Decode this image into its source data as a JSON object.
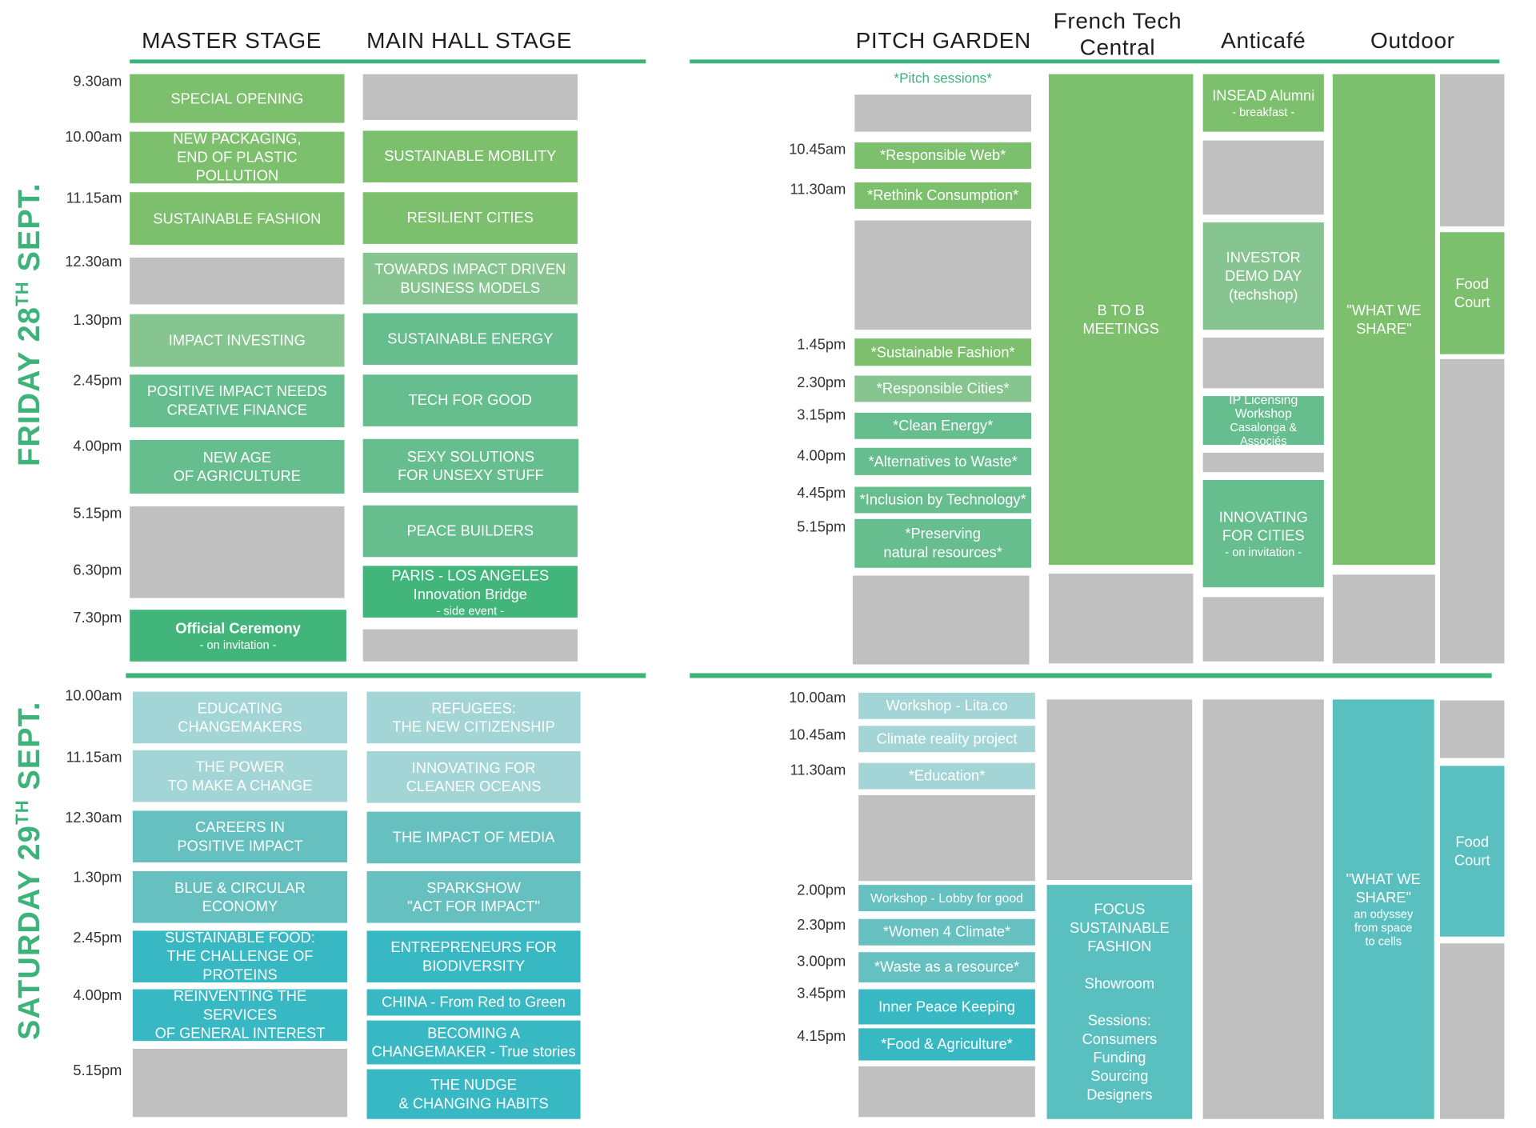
{
  "headers": {
    "master": "MASTER STAGE",
    "mainhall": "MAIN HALL STAGE",
    "pitch": "PITCH GARDEN",
    "frenchtech_1": "French Tech",
    "frenchtech_2": "Central",
    "anticafe": "Anticafé",
    "outdoor": "Outdoor"
  },
  "days": {
    "friday": {
      "a": "FRIDAY 28",
      "sup": "TH",
      "b": " SEPT."
    },
    "saturday": {
      "a": "SATURDAY 29",
      "sup": "TH",
      "b": " SEPT."
    }
  },
  "friday_times_left": [
    "9.30am",
    "10.00am",
    "11.15am",
    "12.30am",
    "1.30pm",
    "2.45pm",
    "4.00pm",
    "5.15pm",
    "6.30pm",
    "7.30pm"
  ],
  "friday_times_right": [
    "10.45am",
    "11.30am",
    "1.45pm",
    "2.30pm",
    "3.15pm",
    "4.00pm",
    "4.45pm",
    "5.15pm"
  ],
  "saturday_times_left": [
    "10.00am",
    "11.15am",
    "12.30am",
    "1.30pm",
    "2.45pm",
    "4.00pm",
    "5.15pm"
  ],
  "saturday_times_right": [
    "10.00am",
    "10.45am",
    "11.30am",
    "2.00pm",
    "2.30pm",
    "3.00pm",
    "3.45pm",
    "4.15pm"
  ],
  "friday_master": [
    {
      "l1": "SPECIAL OPENING"
    },
    {
      "l1": "NEW PACKAGING,",
      "l2": "END OF PLASTIC POLLUTION"
    },
    {
      "l1": "SUSTAINABLE FASHION"
    },
    {
      "l1": "IMPACT INVESTING"
    },
    {
      "l1": "POSITIVE IMPACT NEEDS",
      "l2": "CREATIVE FINANCE"
    },
    {
      "l1": "NEW AGE",
      "l2": "OF AGRICULTURE"
    },
    {
      "l1": "Official Ceremony",
      "sub": "- on invitation -"
    }
  ],
  "friday_mainhall": [
    {
      "l1": "SUSTAINABLE MOBILITY"
    },
    {
      "l1": "RESILIENT CITIES"
    },
    {
      "l1": "TOWARDS IMPACT DRIVEN",
      "l2": "BUSINESS MODELS"
    },
    {
      "l1": "SUSTAINABLE ENERGY"
    },
    {
      "l1": "TECH FOR GOOD"
    },
    {
      "l1": "SEXY SOLUTIONS",
      "l2": "FOR UNSEXY STUFF"
    },
    {
      "l1": "PEACE BUILDERS"
    },
    {
      "l1": "PARIS - LOS ANGELES",
      "l2": "Innovation Bridge",
      "sub": "- side event -"
    }
  ],
  "friday_pitch_note": "*Pitch sessions*",
  "friday_pitch": [
    {
      "l1": "*Responsible Web*"
    },
    {
      "l1": "*Rethink Consumption*"
    },
    {
      "l1": "*Sustainable Fashion*"
    },
    {
      "l1": "*Responsible Cities*"
    },
    {
      "l1": "*Clean Energy*"
    },
    {
      "l1": "*Alternatives to Waste*"
    },
    {
      "l1": "*Inclusion by Technology*"
    },
    {
      "l1": "*Preserving",
      "l2": "natural resources*"
    }
  ],
  "friday_frenchtech": {
    "l1": "B TO B",
    "l2": "MEETINGS"
  },
  "friday_anticafe": [
    {
      "l1": "INSEAD Alumni",
      "sub": "- breakfast -"
    },
    {
      "l1": "INVESTOR",
      "l2": "DEMO DAY",
      "l3": "(techshop)"
    },
    {
      "l1": "IP Licensing",
      "l2": "Workshop",
      "l3": "Casalonga & Associés"
    },
    {
      "l1": "INNOVATING",
      "l2": "FOR CITIES",
      "sub": "- on invitation -"
    }
  ],
  "friday_outdoor": {
    "l1": "\"WHAT WE",
    "l2": "SHARE\""
  },
  "friday_food": {
    "l1": "Food",
    "l2": "Court"
  },
  "saturday_master": [
    {
      "l1": "EDUCATING",
      "l2": "CHANGEMAKERS"
    },
    {
      "l1": "THE POWER",
      "l2": "TO MAKE A CHANGE"
    },
    {
      "l1": "CAREERS IN",
      "l2": "POSITIVE IMPACT"
    },
    {
      "l1": "BLUE & CIRCULAR",
      "l2": "ECONOMY"
    },
    {
      "l1": "SUSTAINABLE FOOD:",
      "l2": "THE CHALLENGE OF PROTEINS"
    },
    {
      "l1": "REINVENTING THE SERVICES",
      "l2": "OF GENERAL INTEREST"
    }
  ],
  "saturday_mainhall": [
    {
      "l1": "REFUGEES:",
      "l2": "THE NEW CITIZENSHIP"
    },
    {
      "l1": "INNOVATING FOR",
      "l2": "CLEANER OCEANS"
    },
    {
      "l1": "THE IMPACT OF MEDIA"
    },
    {
      "l1": "SPARKSHOW",
      "l2": "\"ACT FOR IMPACT\""
    },
    {
      "l1": "ENTREPRENEURS FOR",
      "l2": "BIODIVERSITY"
    },
    {
      "l1": "CHINA - From Red to Green"
    },
    {
      "l1": "BECOMING A",
      "l2": "CHANGEMAKER - True stories"
    },
    {
      "l1": "THE NUDGE",
      "l2": "& CHANGING HABITS"
    }
  ],
  "saturday_pitch": [
    {
      "l1": "Workshop - Lita.co"
    },
    {
      "l1": "Climate reality project"
    },
    {
      "l1": "*Education*"
    },
    {
      "l1": "Workshop - Lobby for good"
    },
    {
      "l1": "*Women 4 Climate*"
    },
    {
      "l1": "*Waste as a resource*"
    },
    {
      "l1": "Inner Peace Keeping"
    },
    {
      "l1": "*Food & Agriculture*"
    }
  ],
  "saturday_frenchtech": {
    "l1": "FOCUS",
    "l2": "SUSTAINABLE",
    "l3": "FASHION",
    "l4": "Showroom",
    "l5": "Sessions:",
    "l6": "Consumers",
    "l7": "Funding",
    "l8": "Sourcing",
    "l9": "Designers"
  },
  "saturday_outdoor": {
    "l1": "\"WHAT WE",
    "l2": "SHARE\"",
    "s1": "an odyssey",
    "s2": "from space",
    "s3": "to cells"
  },
  "saturday_food": {
    "l1": "Food",
    "l2": "Court"
  },
  "colors": {
    "accent": "#3db37a",
    "grey_slot": "#c0c0c0"
  }
}
